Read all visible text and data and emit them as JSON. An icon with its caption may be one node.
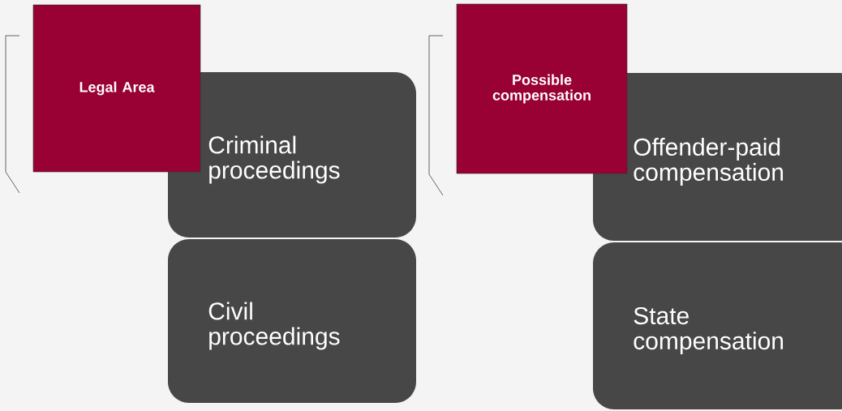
{
  "diagram": {
    "nodes": [
      {
        "text": [
          "Legal Area"
        ]
      },
      {
        "text": [
          "Criminal proceedings"
        ]
      },
      {
        "text": [
          "Civil proceedings"
        ]
      },
      {
        "text": [
          "Possible compensation"
        ]
      },
      {
        "text": [
          "Offender-paid compensation"
        ]
      },
      {
        "text": [
          "State compensation"
        ]
      }
    ]
  }
}
